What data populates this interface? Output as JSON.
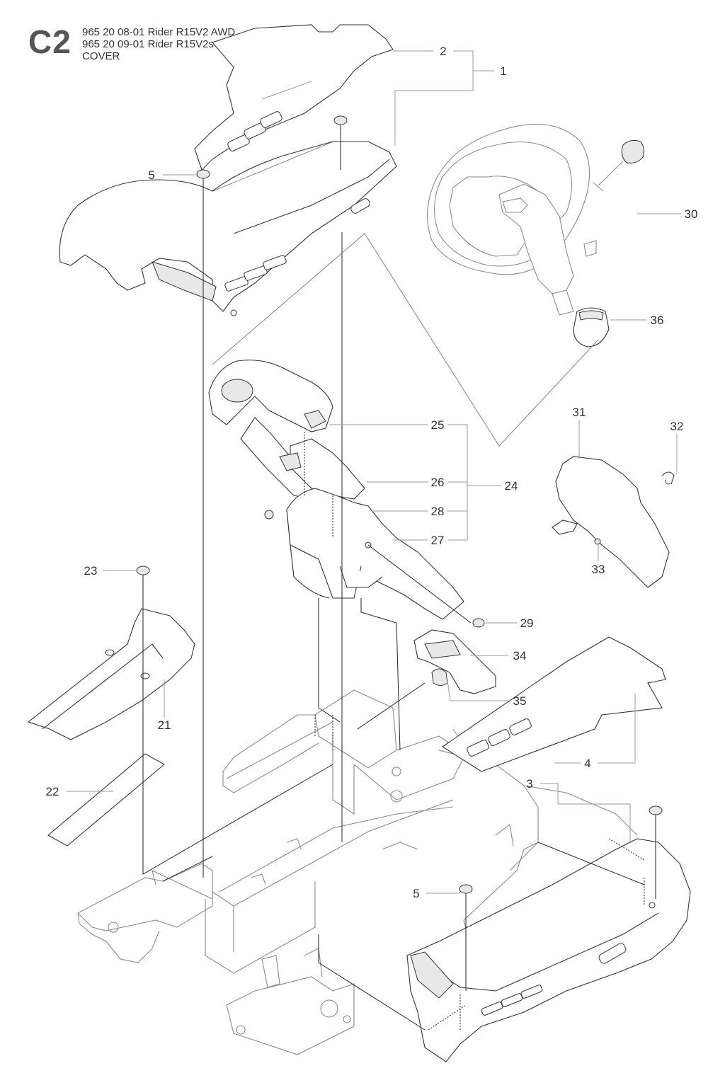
{
  "header": {
    "section_code": "C2",
    "lines": [
      "965 20 08-01 Rider R15V2 AWD",
      "965 20 09-01 Rider R15V2s AWD",
      "COVER"
    ]
  },
  "callouts": {
    "c1": "1",
    "c2": "2",
    "c3": "3",
    "c4": "4",
    "c5a": "5",
    "c5b": "5",
    "c21": "21",
    "c22": "22",
    "c23": "23",
    "c24": "24",
    "c25": "25",
    "c26": "26",
    "c27": "27",
    "c28": "28",
    "c29": "29",
    "c30": "30",
    "c31": "31",
    "c32": "32",
    "c33": "33",
    "c34": "34",
    "c35": "35",
    "c36": "36"
  }
}
